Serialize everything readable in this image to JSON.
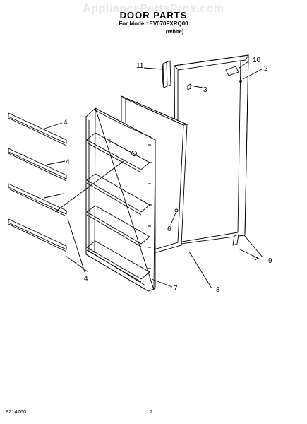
{
  "header": {
    "watermark": "AppliancePartsPros.com",
    "title": "DOOR PARTS",
    "model_line": "For Model: EV070FXRQ00",
    "color_line": "(White)"
  },
  "callouts": {
    "c1": "1",
    "c2a": "2",
    "c2b": "2",
    "c3": "3",
    "c4a": "4",
    "c4b": "4",
    "c4c": "4",
    "c6": "6",
    "c7": "7",
    "c8": "8",
    "c9": "9",
    "c10": "10",
    "c11": "11"
  },
  "footer": {
    "doc_number": "8214760",
    "page_number": "7"
  }
}
